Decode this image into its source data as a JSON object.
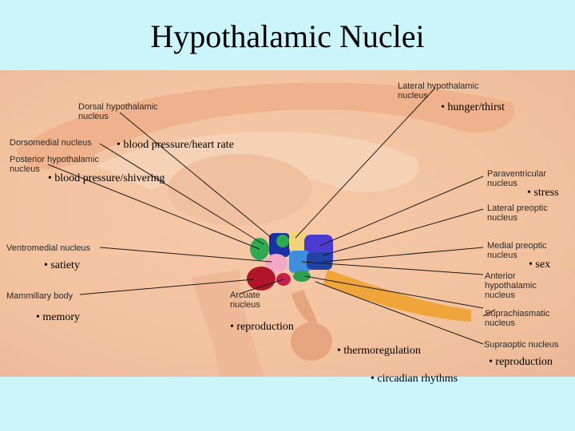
{
  "slide": {
    "title": "Hypothalamic Nuclei"
  },
  "anatomy_labels": {
    "lateral_hypothalamic": "Lateral hypothalamic nucleus",
    "dorsal_hypothalamic": "Dorsal hypothalamic nucleus",
    "dorsomedial": "Dorsomedial nucleus",
    "posterior_hypothalamic": "Posterior hypothalamic nucleus",
    "paraventricular": "Paraventricular nucleus",
    "lateral_preoptic": "Lateral preoptic nucleus",
    "ventromedial": "Ventromedial nucleus",
    "medial_preoptic": "Medial preoptic nucleus",
    "anterior_hypothalamic": "Anterior hypothalamic nucleus",
    "mammillary_body": "Mammillary body",
    "arcuate": "Arcuate nucleus",
    "suprachiasmatic": "Suprachiasmatic nucleus",
    "supraoptic": "Supraoptic nucleus"
  },
  "functions": {
    "hunger_thirst": "• hunger/thirst",
    "blood_pressure_heart_rate": "• blood pressure/heart rate",
    "blood_pressure_shivering": "• blood pressure/shivering",
    "stress": "• stress",
    "satiety": "• satiety",
    "sex": "• sex",
    "memory": "• memory",
    "reproduction_arcuate": "• reproduction",
    "thermoregulation": "• thermoregulation",
    "reproduction_supraoptic": "• reproduction",
    "circadian_rhythms": "• circadian rhythms"
  }
}
